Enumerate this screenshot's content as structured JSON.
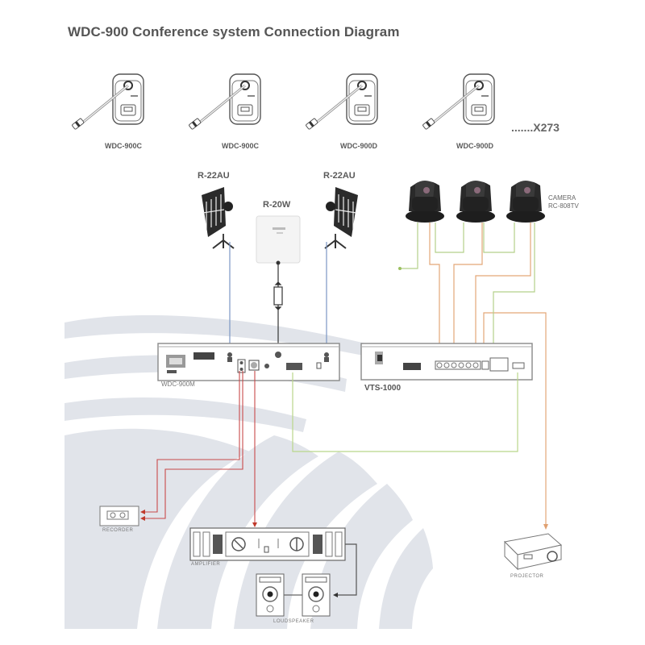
{
  "title": "WDC-900 Conference system Connection Diagram",
  "conference_units": [
    {
      "model": "WDC-900C"
    },
    {
      "model": "WDC-900C"
    },
    {
      "model": "WDC-900D"
    },
    {
      "model": "WDC-900D"
    }
  ],
  "unit_count_label": ".......X273",
  "antennas": [
    {
      "model": "R-22AU"
    },
    {
      "model": "R-22AU"
    }
  ],
  "access_point": {
    "model": "R-20W"
  },
  "cameras": {
    "label_line1": "CAMERA",
    "label_line2": "RC-808TV",
    "count": 3
  },
  "main_unit": {
    "model": "WDC-900M"
  },
  "video_tracking": {
    "model": "VTS-1000"
  },
  "recorder": {
    "label": "RECORDER"
  },
  "amplifier": {
    "label": "AMPLIFIER"
  },
  "loudspeaker": {
    "label": "LOUDSPEAKER"
  },
  "projector": {
    "label": "PROJECTOR"
  },
  "colors": {
    "audio_cable": "#c0392b",
    "antenna_cable": "#6f8fbf",
    "camera_video_cable": "#e0a070",
    "camera_control_cable": "#a8c870",
    "hdmi_cable": "#b9d68a",
    "speaker_cable": "#555555",
    "background_swoosh": "#dfe2e8"
  }
}
